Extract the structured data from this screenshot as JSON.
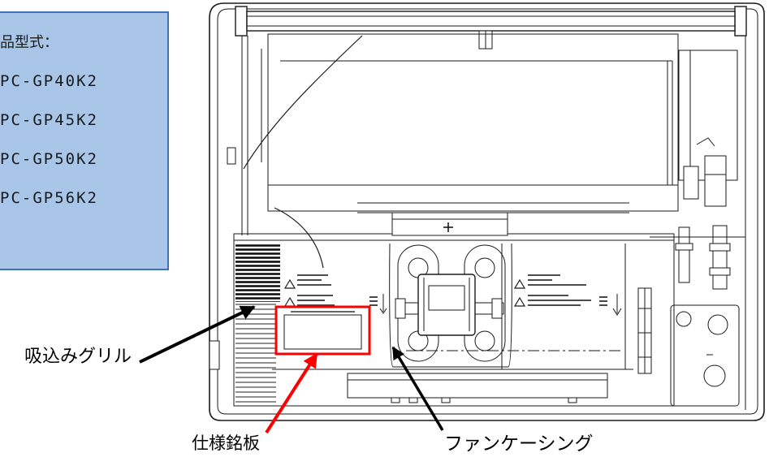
{
  "spec_box": {
    "title": "品型式：",
    "models": [
      "PC-GP40K2",
      "PC-GP45K2",
      "PC-GP50K2",
      "PC-GP56K2"
    ]
  },
  "labels": {
    "intake_grille": "吸込みグリル",
    "spec_plate": "仕様銘板",
    "fan_casing": "ファンケーシング"
  },
  "colors": {
    "box_fill": "#a9c6e8",
    "box_border": "#3f72b5",
    "highlight": "#ff0000"
  }
}
